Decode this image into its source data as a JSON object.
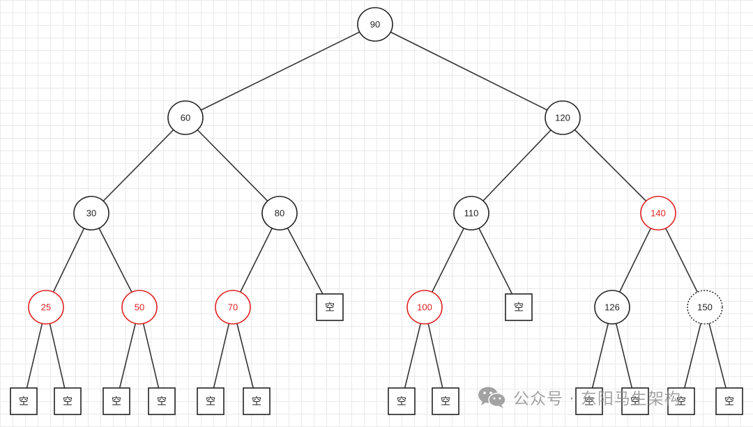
{
  "colors": {
    "black": "#222222",
    "red": "#e02020",
    "edge": "#333333",
    "watermark": "#8a8a8a"
  },
  "null_label": "空",
  "nodes": [
    {
      "id": "n90",
      "label": "90",
      "color": "black",
      "style": "solid"
    },
    {
      "id": "n60",
      "label": "60",
      "color": "black",
      "style": "solid"
    },
    {
      "id": "n120",
      "label": "120",
      "color": "black",
      "style": "solid"
    },
    {
      "id": "n30",
      "label": "30",
      "color": "black",
      "style": "solid"
    },
    {
      "id": "n80",
      "label": "80",
      "color": "black",
      "style": "solid"
    },
    {
      "id": "n110",
      "label": "110",
      "color": "black",
      "style": "solid"
    },
    {
      "id": "n140",
      "label": "140",
      "color": "red",
      "style": "solid"
    },
    {
      "id": "n25",
      "label": "25",
      "color": "red",
      "style": "solid"
    },
    {
      "id": "n50",
      "label": "50",
      "color": "red",
      "style": "solid"
    },
    {
      "id": "n70",
      "label": "70",
      "color": "red",
      "style": "solid"
    },
    {
      "id": "n100",
      "label": "100",
      "color": "red",
      "style": "solid"
    },
    {
      "id": "n126",
      "label": "126",
      "color": "black",
      "style": "solid"
    },
    {
      "id": "n150",
      "label": "150",
      "color": "black",
      "style": "dotted"
    }
  ],
  "null_leaves": [
    {
      "id": "e80r"
    },
    {
      "id": "e110r"
    },
    {
      "id": "e25l"
    },
    {
      "id": "e25r"
    },
    {
      "id": "e50l"
    },
    {
      "id": "e50r"
    },
    {
      "id": "e70l"
    },
    {
      "id": "e70r"
    },
    {
      "id": "e100l"
    },
    {
      "id": "e100r"
    },
    {
      "id": "e126l"
    },
    {
      "id": "e126r"
    },
    {
      "id": "e150l"
    },
    {
      "id": "e150r"
    }
  ],
  "edges": [
    [
      "n90",
      "n60"
    ],
    [
      "n90",
      "n120"
    ],
    [
      "n60",
      "n30"
    ],
    [
      "n60",
      "n80"
    ],
    [
      "n120",
      "n110"
    ],
    [
      "n120",
      "n140"
    ],
    [
      "n30",
      "n25"
    ],
    [
      "n30",
      "n50"
    ],
    [
      "n80",
      "n70"
    ],
    [
      "n80",
      "e80r"
    ],
    [
      "n110",
      "n100"
    ],
    [
      "n110",
      "e110r"
    ],
    [
      "n140",
      "n126"
    ],
    [
      "n140",
      "n150"
    ],
    [
      "n25",
      "e25l"
    ],
    [
      "n25",
      "e25r"
    ],
    [
      "n50",
      "e50l"
    ],
    [
      "n50",
      "e50r"
    ],
    [
      "n70",
      "e70l"
    ],
    [
      "n70",
      "e70r"
    ],
    [
      "n100",
      "e100l"
    ],
    [
      "n100",
      "e100r"
    ],
    [
      "n126",
      "e126l"
    ],
    [
      "n126",
      "e126r"
    ],
    [
      "n150",
      "e150l"
    ],
    [
      "n150",
      "e150r"
    ]
  ],
  "watermark": {
    "text": "公众号 · 东阳马生架构",
    "icon": "wechat-icon"
  }
}
